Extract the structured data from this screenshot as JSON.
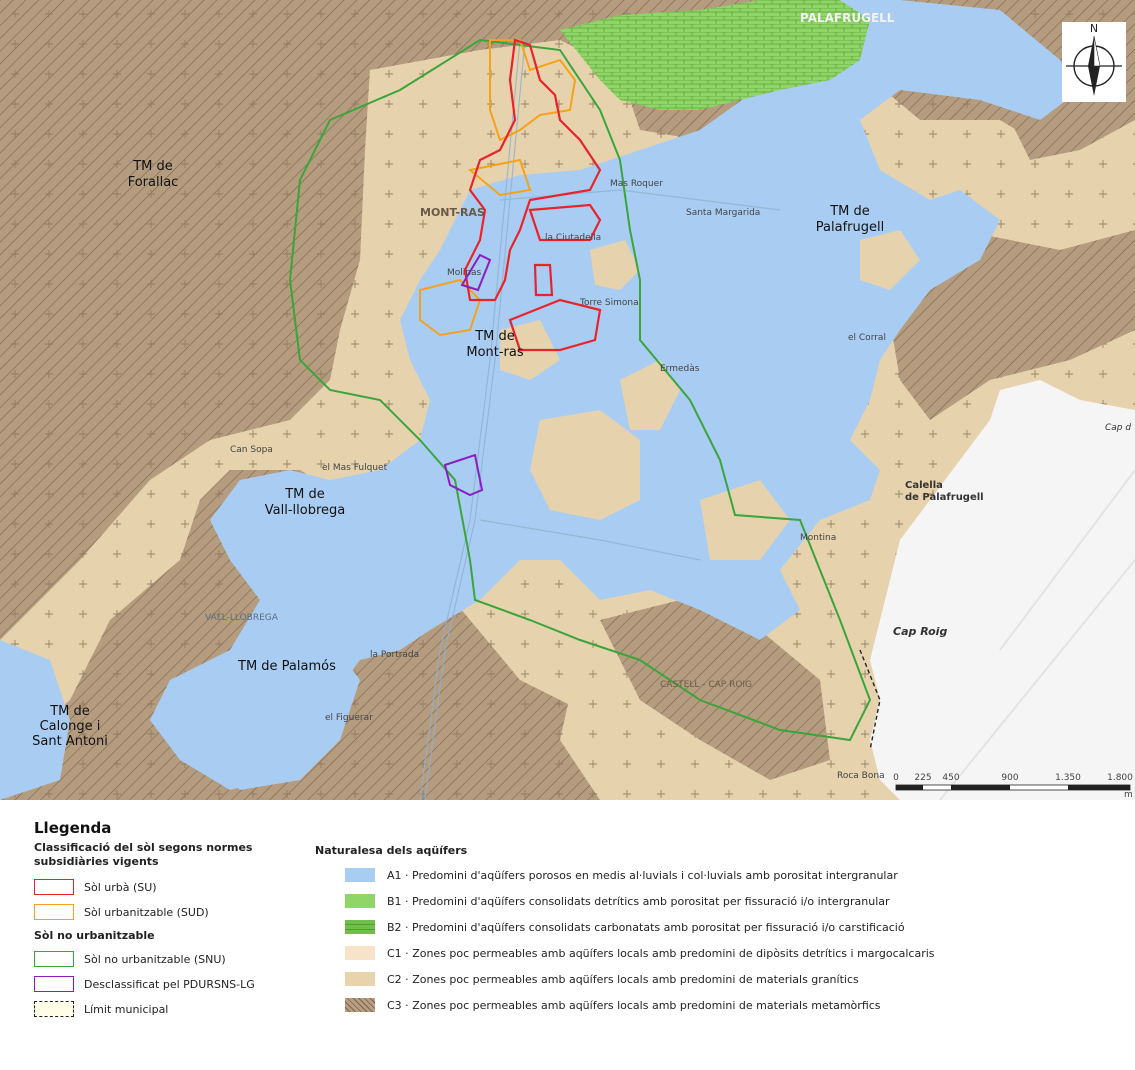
{
  "map": {
    "labels": {
      "tm_forallac": [
        "TM de",
        "Forallac"
      ],
      "tm_palafrugell": [
        "TM de",
        "Palafrugell"
      ],
      "tm_montras": [
        "TM de",
        "Mont-ras"
      ],
      "tm_vallllobrega": [
        "TM de",
        "Vall-llobrega"
      ],
      "tm_palamos": "TM de Palamós",
      "tm_calonge": [
        "TM de",
        "Calonge i",
        "Sant Antoni"
      ],
      "palafrugell_town": "PALAFRUGELL",
      "montras_town": "MONT-RAS",
      "vallllobrega_town": "VALL-LLOBREGA",
      "calella": [
        "Calella",
        "de Palafrugell"
      ],
      "cap_roig": "Cap Roig",
      "castell_cap_roig": "CASTELL - CAP ROIG",
      "cap_label": "Cap d",
      "places": {
        "mas_roquer": "Mas Roquer",
        "santa_margarida": "Santa Margarida",
        "la_ciutadella": "la Ciutadella",
        "torre_simona": "Torre Simona",
        "ermedas": "Ermedàs",
        "montina": "Montina",
        "la_portrada": "la Portrada",
        "el_figuerar": "el Figuerar",
        "molinas": "Molinas",
        "el_mas_fulquet": "el Mas Fulquet",
        "can_sopa": "Can Sopa",
        "roca_bona": "Roca Bona",
        "el_corral": "el Corral"
      }
    },
    "north_label": "N",
    "scale": {
      "ticks": [
        "0",
        "225",
        "450",
        "900",
        "1.350",
        "1.800"
      ],
      "unit": "m"
    }
  },
  "legend": {
    "title": "Llegenda",
    "classification_heading": [
      "Classificació del sòl segons normes",
      "subsidiàries vigents"
    ],
    "items_soil": [
      {
        "label": "Sòl urbà (SU)",
        "color": "#e8242a"
      },
      {
        "label": "Sòl urbanitzable (SUD)",
        "color": "#f4a21c"
      }
    ],
    "no_urbanitzable_heading": "Sòl no urbanitzable",
    "items_nu": [
      {
        "label": "Sòl no urbanitzable (SNU)",
        "color": "#3aa53a"
      },
      {
        "label": "Desclassificat pel PDURSNS-LG",
        "color": "#8a1ec2"
      },
      {
        "label": "Límit municipal",
        "color": "#222222"
      }
    ],
    "aquifers_heading": "Naturalesa dels aqüífers",
    "aquifers": [
      {
        "code": "A1",
        "text": "Predomini d'aqüífers porosos en medis al·luvials i col·luvials amb porositat intergranular",
        "color": "#a9cdf2"
      },
      {
        "code": "B1",
        "text": "Predomini d'aqüífers consolidats detrítics amb porositat per fissuració i/o intergranular",
        "color": "#8fd567"
      },
      {
        "code": "B2",
        "text": "Predomini d'aqüífers consolidats carbonatats amb porositat per fissuració i/o carstificació",
        "color": "#6fbf4a"
      },
      {
        "code": "C1",
        "text": "Zones poc permeables amb aqüífers locals amb predomini de dipòsits detrítics i margocalcaris",
        "color": "#f7e3c7"
      },
      {
        "code": "C2",
        "text": "Zones poc permeables amb aqüífers locals amb predomini de materials granítics",
        "color": "#e8d3ad"
      },
      {
        "code": "C3",
        "text": "Zones poc permeables amb aqüífers locals amb predomini de materials metamòrfics",
        "color": "#b89d7f"
      }
    ]
  }
}
